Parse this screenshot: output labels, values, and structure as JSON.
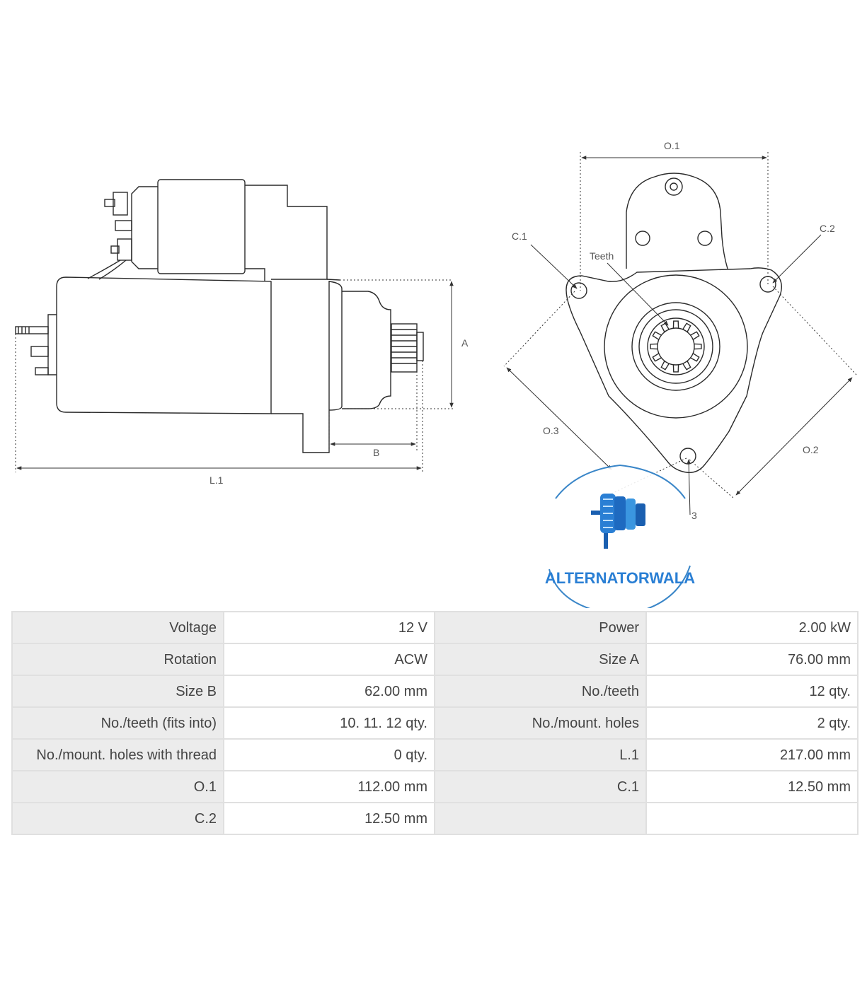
{
  "diagram": {
    "labels": {
      "o1": "O.1",
      "o2": "O.2",
      "o3": "O.3",
      "c1": "C.1",
      "c2": "C.2",
      "c3": "3",
      "teeth": "Teeth",
      "a": "A",
      "b": "B",
      "l1": "L.1"
    },
    "watermark": "ALTERNATORWALA"
  },
  "specs": [
    [
      "Voltage",
      "12 V",
      "Power",
      "2.00 kW"
    ],
    [
      "Rotation",
      "ACW",
      "Size A",
      "76.00 mm"
    ],
    [
      "Size B",
      "62.00 mm",
      "No./teeth",
      "12 qty."
    ],
    [
      "No./teeth (fits into)",
      "10. 11. 12 qty.",
      "No./mount. holes",
      "2 qty."
    ],
    [
      "No./mount. holes with thread",
      "0 qty.",
      "L.1",
      "217.00 mm"
    ],
    [
      "O.1",
      "112.00 mm",
      "C.1",
      "12.50 mm"
    ],
    [
      "C.2",
      "12.50 mm",
      "",
      ""
    ]
  ]
}
